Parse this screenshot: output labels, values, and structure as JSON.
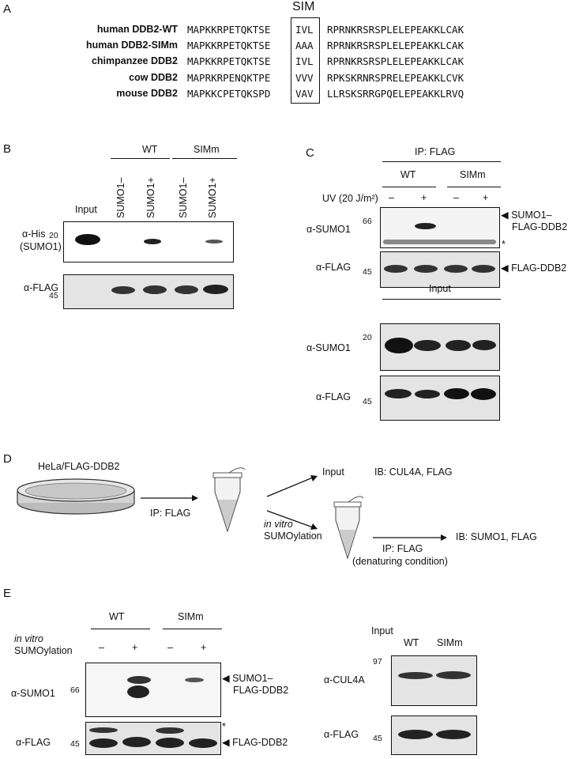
{
  "panels": {
    "a": "A",
    "b": "B",
    "c": "C",
    "d": "D",
    "e": "E"
  },
  "panel_a": {
    "sim_label": "SIM",
    "rows": [
      {
        "name": "human DDB2-WT",
        "left": "MAPKKRPETQKTSE",
        "box": "IVL",
        "right": "RPRNKRSRSPLELEPEAKKLCAK"
      },
      {
        "name": "human DDB2-SIMm",
        "left": "MAPKKRPETQKTSE",
        "box": "AAA",
        "right": "RPRNKRSRSPLELEPEAKKLCAK"
      },
      {
        "name": "chimpanzee DDB2",
        "left": "MAPKKRPETQKTSE",
        "box": "IVL",
        "right": "RPRNKRSRSPLELEPEAKKLCAK"
      },
      {
        "name": "cow DDB2",
        "left": "MAPRKRPENQKTPE",
        "box": "VVV",
        "right": "RPKSKRNRSPRELEPEAKKLCVK"
      },
      {
        "name": "mouse DDB2",
        "left": "MAPKKCPETQKSPD",
        "box": "VAV",
        "right": "LLRSKSRRGPQELEPEAKKLRVQ"
      }
    ]
  },
  "panel_b": {
    "wt": "WT",
    "simm": "SIMm",
    "input": "Input",
    "lanes": [
      "SUMO1–",
      "SUMO1+",
      "SUMO1–",
      "SUMO1+"
    ],
    "his_label": "α-His",
    "his_sub": "(SUMO1)",
    "mw_20": "20",
    "flag_label": "α-FLAG",
    "mw_45": "45"
  },
  "panel_c": {
    "ip": "IP: FLAG",
    "wt": "WT",
    "simm": "SIMm",
    "uv": "UV (20 J/m²)",
    "signs": [
      "–",
      "+",
      "–",
      "+"
    ],
    "sumo_label": "α-SUMO1",
    "mw_66": "66",
    "ann_sumo_1": "SUMO1–",
    "ann_sumo_2": "FLAG-DDB2",
    "star": "*",
    "flag_label": "α-FLAG",
    "mw_45": "45",
    "ann_flag": "FLAG-DDB2",
    "input": "Input",
    "sumo_in_label": "α-SUMO1",
    "mw_20": "20",
    "flag_in_label": "α-FLAG",
    "mw_45b": "45"
  },
  "panel_d": {
    "cells": "HeLa/FLAG-DDB2",
    "ip1": "IP: FLAG",
    "input": "Input",
    "ib1": "IB: CUL4A, FLAG",
    "invitro": "in vitro",
    "sumoylation": "SUMOylation",
    "ip2": "IP: FLAG",
    "denat": "(denaturing condition)",
    "ib2": "IB: SUMO1, FLAG"
  },
  "panel_e": {
    "wt": "WT",
    "simm": "SIMm",
    "invitro": "in vitro",
    "sumoylation": "SUMOylation",
    "signs": [
      "–",
      "+",
      "–",
      "+"
    ],
    "sumo_label": "α-SUMO1",
    "mw_66": "66",
    "ann_sumo_1": "SUMO1–",
    "ann_sumo_2": "FLAG-DDB2",
    "star": "*",
    "flag_label": "α-FLAG",
    "mw_45": "45",
    "ann_flag": "FLAG-DDB2",
    "input": "Input",
    "in_wt": "WT",
    "in_simm": "SIMm",
    "cul4a_label": "α-CUL4A",
    "mw_97": "97",
    "flag_in_label": "α-FLAG",
    "mw_45b": "45"
  }
}
